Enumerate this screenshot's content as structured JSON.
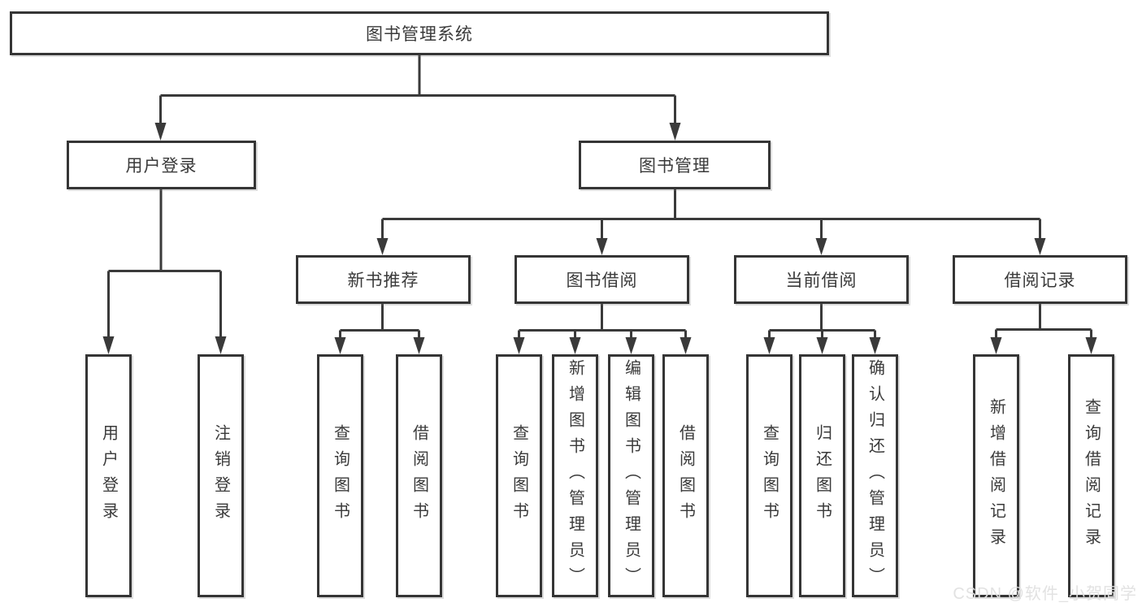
{
  "nodes": {
    "root": "图书管理系统",
    "user_login": "用户登录",
    "book_mgmt": "图书管理",
    "new_book": "新书推荐",
    "book_borrow": "图书借阅",
    "current_borrow": "当前借阅",
    "borrow_record": "借阅记录",
    "leaf_user_login": "用户登录",
    "leaf_logout": "注销登录",
    "leaf_nb_query": "查询图书",
    "leaf_nb_borrow": "借阅图书",
    "leaf_bb_query": "查询图书",
    "leaf_bb_add": "新增图书（管理员）",
    "leaf_bb_edit": "编辑图书（管理员）",
    "leaf_bb_borrow": "借阅图书",
    "leaf_cb_query": "查询图书",
    "leaf_cb_return": "归还图书",
    "leaf_cb_confirm": "确认归还（管理员）",
    "leaf_br_add": "新增借阅记录",
    "leaf_br_query": "查询借阅记录"
  },
  "watermark": "CSDN @软件_小贺同学",
  "colors": {
    "line": "#3a3a3a",
    "border": "#353535",
    "text": "#3a3a3a",
    "background": "#ffffff",
    "watermark": "#e0e0e0"
  }
}
